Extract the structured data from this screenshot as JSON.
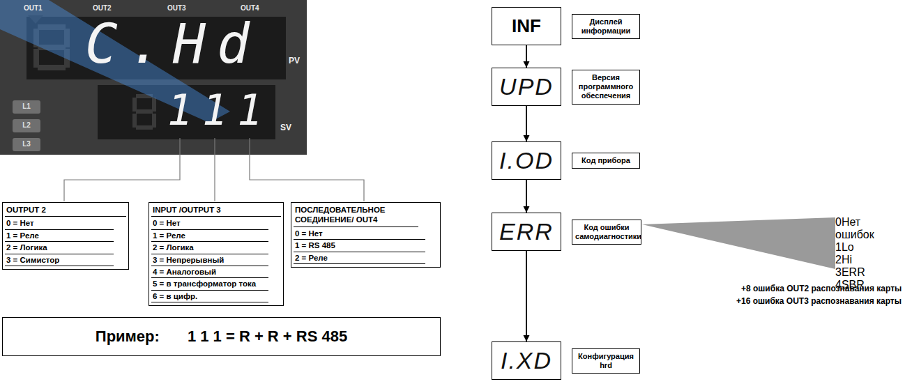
{
  "diagram": {
    "nodes": [
      {
        "text": [
          "OUTPUT 2",
          "0 = Нет",
          "1 = Реле",
          "2 = Логика",
          "3 = Симистор"
        ]
      },
      {
        "text": [
          "INPUT /OUTPUT 3",
          "0 = Нет",
          "1 = Реле",
          "2 = Логика",
          "3 = Непрерывный",
          "4 = Аналоговый",
          "5 = в трансформатор тока",
          "6 = в цифр."
        ]
      },
      {
        "text": [
          "ПОСЛЕДОВАТЕЛЬНОЕ СОЕДИНЕНИЕ/ OUT4",
          "0 = Нет",
          "1 = RS 485",
          "2 = Реле"
        ]
      },
      {
        "text": [
          "Пример:",
          "1 1 1 = R + R + RS 485"
        ]
      },
      {
        "text": [
          "INF"
        ]
      },
      {
        "text": [
          "Дисплей информации"
        ]
      },
      {
        "text": [
          "UPD"
        ]
      },
      {
        "text": [
          "Версия программного обеспечения"
        ]
      },
      {
        "text": [
          "I.OD"
        ]
      },
      {
        "text": [
          "Код прибора"
        ]
      },
      {
        "text": [
          "ERR"
        ]
      },
      {
        "text": [
          "Код ошибки самодиагностики"
        ]
      },
      {
        "text": [
          "0",
          "Нет ошибок",
          "1",
          "Lo",
          "2",
          "Hi",
          "3",
          "ERR",
          "4",
          "SBR"
        ]
      },
      {
        "text": [
          "I.XD"
        ]
      },
      {
        "text": [
          "Конфигурация hrd"
        ]
      }
    ],
    "edges": [
      {
        "from": 4,
        "to": 6,
        "arrow": "to"
      },
      {
        "from": 6,
        "to": 8,
        "arrow": "to"
      },
      {
        "from": 8,
        "to": 10,
        "arrow": "to"
      },
      {
        "from": 10,
        "to": 13,
        "arrow": "to"
      }
    ],
    "labels": [
      "OUT1",
      "OUT2",
      "OUT3",
      "OUT4",
      "PV",
      "SV",
      "L1",
      "L2",
      "L3",
      "C.Hd",
      "111",
      "+8 ошибка OUT2 распознавания карты",
      "+16 ошибка OUT3 распознавания карты"
    ]
  }
}
